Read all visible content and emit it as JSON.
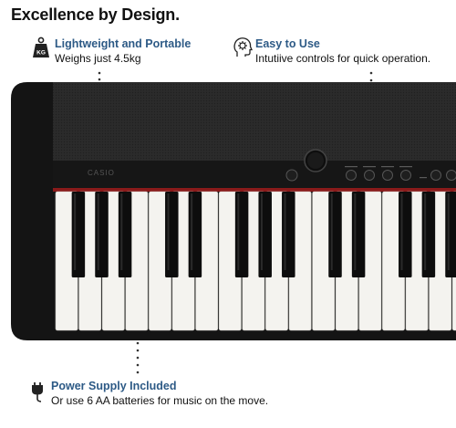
{
  "headline": "Excellence by Design.",
  "features": {
    "lightweight": {
      "title": "Lightweight and Portable",
      "description": "Weighs just 4.5kg",
      "icon": "kg-weight-icon"
    },
    "easy": {
      "title": "Easy to Use",
      "description": "Intutiive controls for quick operation.",
      "icon": "head-gear-icon"
    },
    "power": {
      "title": "Power Supply Included",
      "description": "Or use 6 AA batteries for music on the move.",
      "icon": "power-plug-icon"
    }
  },
  "piano": {
    "brand": "CASIO",
    "weight_badge": "KG",
    "colors": {
      "body": "#151515",
      "accent_title": "#2d5a86",
      "felt": "#8a1a1a"
    }
  }
}
